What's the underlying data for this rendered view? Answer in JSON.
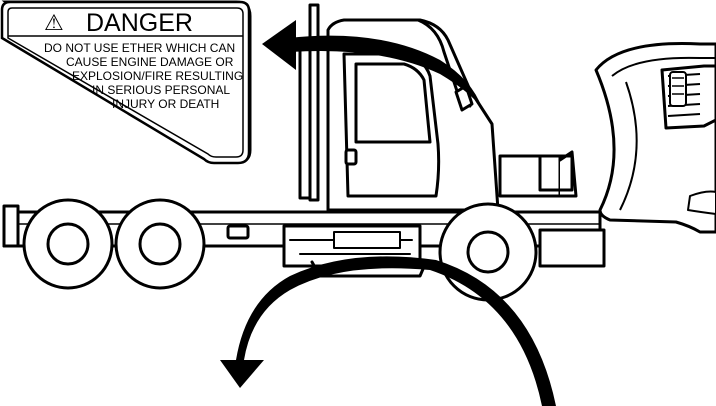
{
  "warning_label": {
    "symbol": "⚠",
    "heading": "DANGER",
    "lines": [
      "DO NOT USE ETHER WHICH CAN",
      "CAUSE ENGINE DAMAGE OR",
      "EXPLOSION/FIRE RESULTING",
      "IN SERIOUS PERSONAL",
      "INJURY OR DEATH"
    ]
  },
  "icons": {
    "truck": "truck-chassis-icon",
    "hood": "tilted-hood-icon",
    "arrow_up": "curved-arrow-left-icon",
    "arrow_down": "curved-arrow-down-icon"
  },
  "colors": {
    "ink": "#000000",
    "paper": "#ffffff"
  }
}
